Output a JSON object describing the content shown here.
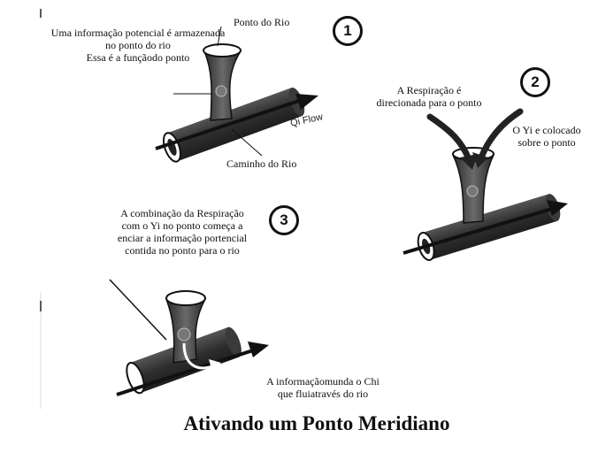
{
  "title": "Ativando um Ponto Meridiano",
  "steps": [
    {
      "number": "1",
      "label_point": "Ponto do Rio",
      "label_info": [
        "Uma informação potencial é armazenada",
        "no ponto do rio",
        "Essa é a funçãodo ponto"
      ],
      "label_path": "Caminho do Rio",
      "flow_label": "Qi Flow"
    },
    {
      "number": "2",
      "label_breath": [
        "A Respiração é",
        "direcionada para o ponto"
      ],
      "label_yi": [
        "O Yi e colocado",
        "sobre o ponto"
      ]
    },
    {
      "number": "3",
      "label_combo": [
        "A combinação da Respiração",
        "com o Yi no ponto começa a",
        "enciar a informação portencial",
        "contida no ponto para o rio"
      ],
      "label_result": [
        "A informaçãomunda o Chi",
        "que fluiatravés do rio"
      ]
    }
  ],
  "colors": {
    "tube": "#3a3a3a",
    "tube_light": "#6b6b6b",
    "ink": "#111111",
    "paper": "#ffffff"
  }
}
